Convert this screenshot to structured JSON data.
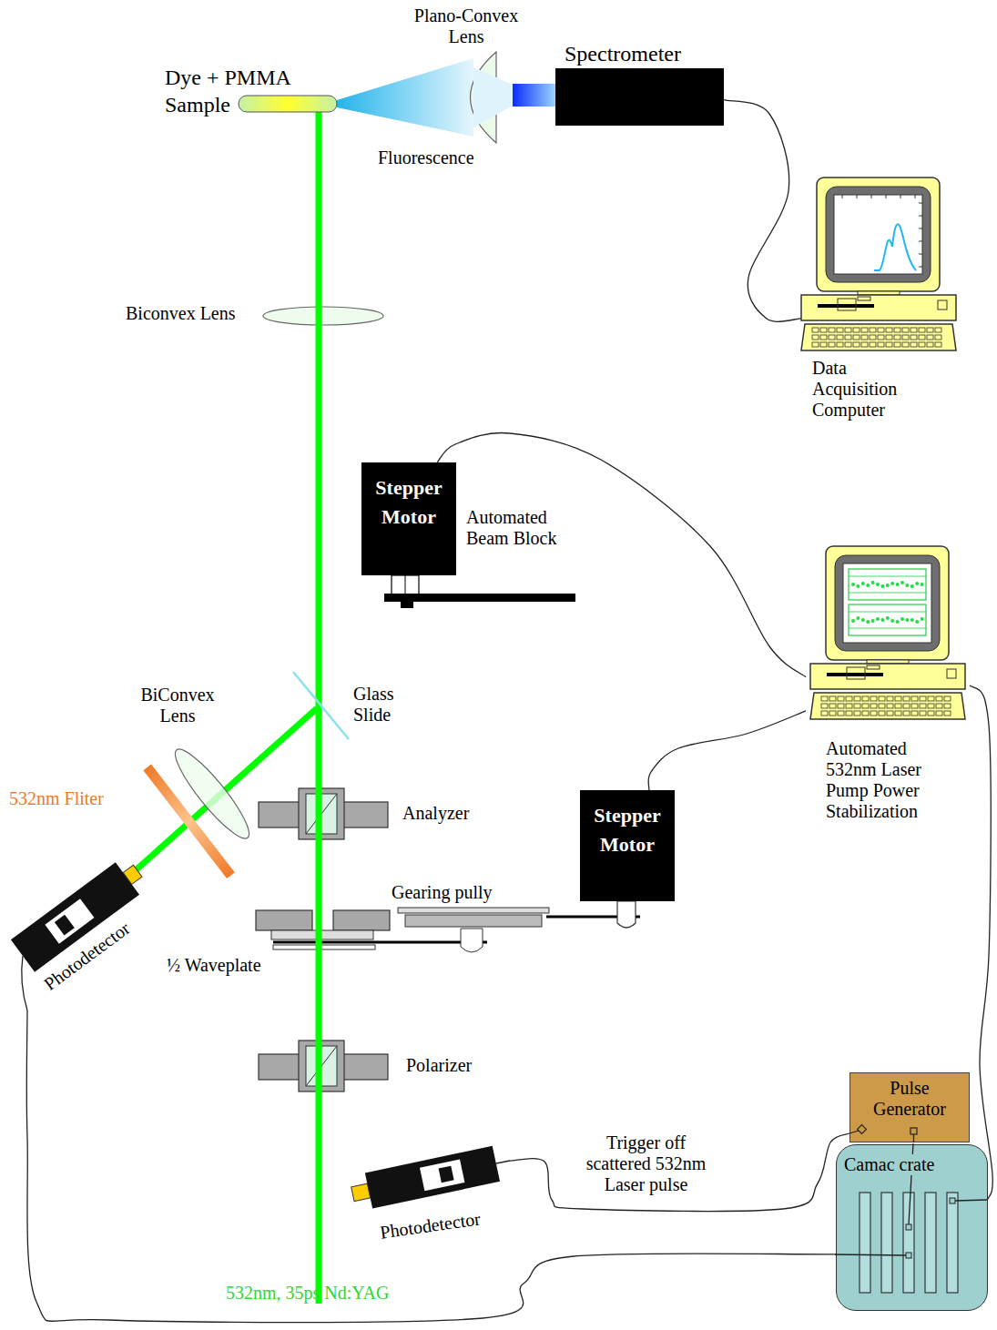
{
  "diagram": {
    "nodes": [
      {
        "text": [
          "Spectrometer"
        ]
      },
      {
        "text": [
          "Data Acquisition Computer"
        ]
      },
      {
        "text": [
          "Stepper Motor"
        ]
      },
      {
        "text": [
          "Automated 532nm Laser Pump Power Stabilization"
        ]
      },
      {
        "text": [
          "Stepper Motor"
        ]
      },
      {
        "text": [
          "Photodetector"
        ]
      },
      {
        "text": [
          "Pulse Generator"
        ]
      },
      {
        "text": [
          "Camac crate"
        ]
      },
      {
        "text": [
          "Photodetector"
        ]
      }
    ],
    "edges": [
      {
        "from": 0,
        "to": 1,
        "arrow": "none"
      },
      {
        "from": 2,
        "to": 3,
        "arrow": "none"
      },
      {
        "from": 4,
        "to": 3,
        "arrow": "none"
      },
      {
        "from": 3,
        "to": 7,
        "arrow": "none"
      },
      {
        "from": 8,
        "to": 6,
        "label": "Trigger off scattered 532nm Laser pulse",
        "arrow": "none"
      },
      {
        "from": 5,
        "to": 7,
        "arrow": "none"
      }
    ],
    "labels": [
      "Plano-Convex Lens",
      "Dye + PMMA Sample",
      "Fluorescence",
      "Biconvex Lens",
      "Automated Beam Block",
      "BiConvex Lens",
      "Glass Slide",
      "532nm Fliter",
      "Analyzer",
      "Gearing pully",
      "½ Waveplate",
      "Polarizer",
      "532nm, 35ps Nd:YAG"
    ]
  }
}
